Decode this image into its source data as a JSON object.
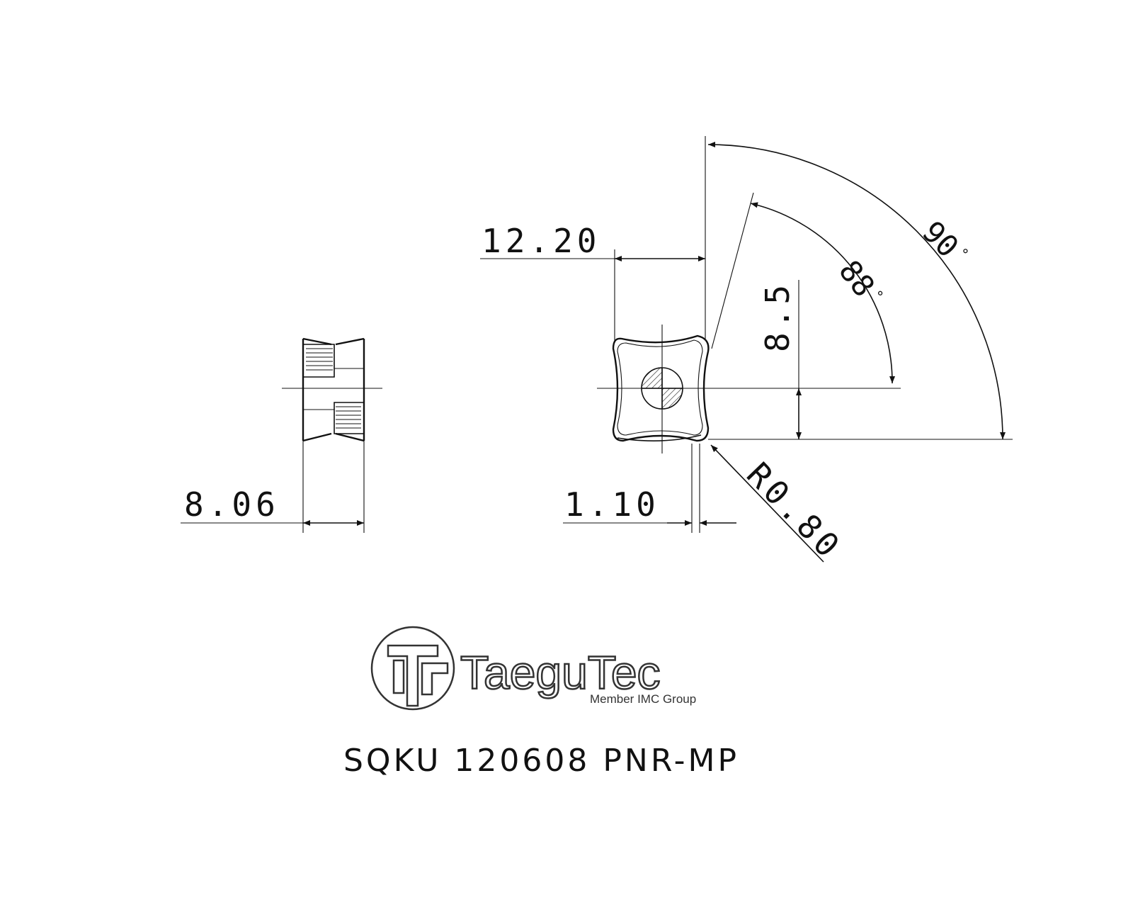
{
  "dimensions": {
    "thickness": "8.06",
    "inscribed_circle": "12.20",
    "edge_height": "8.5",
    "land_width": "1.10",
    "corner_radius": "R0.80",
    "clearance_angle": "88",
    "corner_angle": "90",
    "degree_symbol": "°"
  },
  "logo": {
    "brand": "TaeguTec",
    "tagline": "Member IMC Group"
  },
  "part_number": "SQKU 120608 PNR-MP",
  "colors": {
    "line": "#111111",
    "logo_outline": "#333333",
    "background": "#ffffff"
  }
}
